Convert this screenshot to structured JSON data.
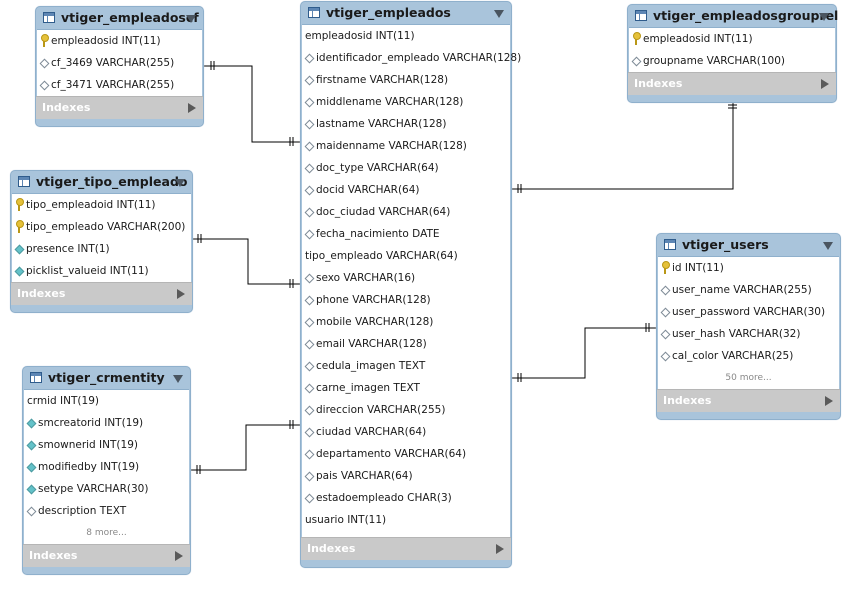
{
  "diagram": {
    "tables": [
      {
        "name": "vtiger_empleadoscf",
        "columns": [
          {
            "label": "empleadosid INT(11)",
            "icon": "primary-key-icon"
          },
          {
            "label": "cf_3469 VARCHAR(255)",
            "icon": "column-icon"
          },
          {
            "label": "cf_3471 VARCHAR(255)",
            "icon": "column-icon"
          }
        ],
        "indexes_label": "Indexes"
      },
      {
        "name": "vtiger_empleados",
        "columns": [
          {
            "label": "empleadosid INT(11)",
            "icon": ""
          },
          {
            "label": "identificador_empleado VARCHAR(128)",
            "icon": "column-icon"
          },
          {
            "label": "firstname VARCHAR(128)",
            "icon": "column-icon"
          },
          {
            "label": "middlename VARCHAR(128)",
            "icon": "column-icon"
          },
          {
            "label": "lastname VARCHAR(128)",
            "icon": "column-icon"
          },
          {
            "label": "maidenname VARCHAR(128)",
            "icon": "column-icon"
          },
          {
            "label": "doc_type VARCHAR(64)",
            "icon": "column-icon"
          },
          {
            "label": "docid VARCHAR(64)",
            "icon": "column-icon"
          },
          {
            "label": "doc_ciudad VARCHAR(64)",
            "icon": "column-icon"
          },
          {
            "label": "fecha_nacimiento DATE",
            "icon": "column-icon"
          },
          {
            "label": "tipo_empleado VARCHAR(64)",
            "icon": ""
          },
          {
            "label": "sexo VARCHAR(16)",
            "icon": "column-icon"
          },
          {
            "label": "phone VARCHAR(128)",
            "icon": "column-icon"
          },
          {
            "label": "mobile VARCHAR(128)",
            "icon": "column-icon"
          },
          {
            "label": "email VARCHAR(128)",
            "icon": "column-icon"
          },
          {
            "label": "cedula_imagen TEXT",
            "icon": "column-icon"
          },
          {
            "label": "carne_imagen TEXT",
            "icon": "column-icon"
          },
          {
            "label": "direccion VARCHAR(255)",
            "icon": "column-icon"
          },
          {
            "label": "ciudad VARCHAR(64)",
            "icon": "column-icon"
          },
          {
            "label": "departamento VARCHAR(64)",
            "icon": "column-icon"
          },
          {
            "label": "pais VARCHAR(64)",
            "icon": "column-icon"
          },
          {
            "label": "estadoempleado CHAR(3)",
            "icon": "column-icon"
          },
          {
            "label": "usuario INT(11)",
            "icon": ""
          }
        ],
        "indexes_label": "Indexes"
      },
      {
        "name": "vtiger_empleadosgrouprel",
        "columns": [
          {
            "label": "empleadosid INT(11)",
            "icon": "primary-key-icon"
          },
          {
            "label": "groupname VARCHAR(100)",
            "icon": "column-icon"
          }
        ],
        "indexes_label": "Indexes"
      },
      {
        "name": "vtiger_tipo_empleado",
        "columns": [
          {
            "label": "tipo_empleadoid INT(11)",
            "icon": "primary-key-icon"
          },
          {
            "label": "tipo_empleado VARCHAR(200)",
            "icon": "primary-key-icon"
          },
          {
            "label": "presence INT(1)",
            "icon": "foreign-key-icon"
          },
          {
            "label": "picklist_valueid INT(11)",
            "icon": "foreign-key-icon"
          }
        ],
        "indexes_label": "Indexes"
      },
      {
        "name": "vtiger_users",
        "columns": [
          {
            "label": "id INT(11)",
            "icon": "primary-key-icon"
          },
          {
            "label": "user_name VARCHAR(255)",
            "icon": "column-icon"
          },
          {
            "label": "user_password VARCHAR(30)",
            "icon": "column-icon"
          },
          {
            "label": "user_hash VARCHAR(32)",
            "icon": "column-icon"
          },
          {
            "label": "cal_color VARCHAR(25)",
            "icon": "column-icon"
          }
        ],
        "more_label": "50 more...",
        "indexes_label": "Indexes"
      },
      {
        "name": "vtiger_crmentity",
        "columns": [
          {
            "label": "crmid INT(19)",
            "icon": ""
          },
          {
            "label": "smcreatorid INT(19)",
            "icon": "foreign-key-icon"
          },
          {
            "label": "smownerid INT(19)",
            "icon": "foreign-key-icon"
          },
          {
            "label": "modifiedby INT(19)",
            "icon": "foreign-key-icon"
          },
          {
            "label": "setype VARCHAR(30)",
            "icon": "foreign-key-icon"
          },
          {
            "label": "description TEXT",
            "icon": "column-icon"
          }
        ],
        "more_label": "8 more...",
        "indexes_label": "Indexes"
      }
    ]
  },
  "colors": {
    "header": "#a9c4db",
    "indexes_bar": "#c9c9c9",
    "foreign_key": "#63c2c9",
    "primary_key": "#e5c13a",
    "connector": "#000000"
  }
}
